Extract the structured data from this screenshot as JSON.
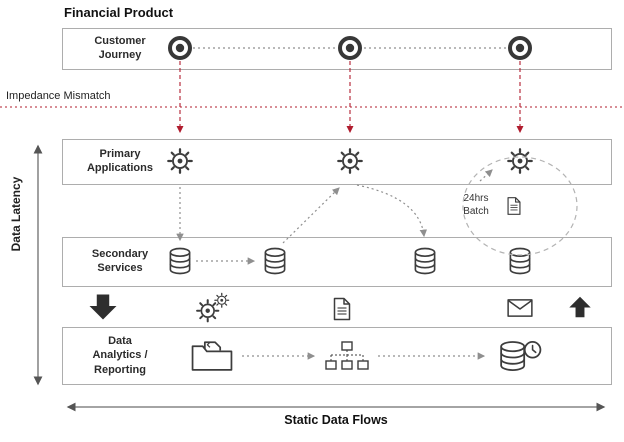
{
  "title": "Financial Product",
  "impedance": {
    "label": "Impedance Mismatch"
  },
  "latency_axis": {
    "label": "Data Latency"
  },
  "flow_axis": {
    "label": "Static Data Flows"
  },
  "layers": {
    "customer_journey": {
      "label": "Customer\nJourney"
    },
    "primary_applications": {
      "label": "Primary\nApplications"
    },
    "secondary_services": {
      "label": "Secondary\nServices"
    },
    "data_analytics": {
      "label": "Data\nAnalytics /\nReporting"
    }
  },
  "batch": {
    "label": "24hrs\nBatch"
  },
  "icons": {
    "customer_touchpoint": "bullseye-icon",
    "application": "gear-icon",
    "service_store": "database-icon",
    "batch_document": "document-icon",
    "etl": "double-gears-icon",
    "file_export": "document-icon",
    "messaging": "envelope-icon",
    "ingest": "solid-down-arrow-icon",
    "publish": "solid-up-arrow-icon",
    "file_archive": "folder-icon",
    "processing_pipeline": "flowchart-icon",
    "warehouse": "database-clock-icon"
  },
  "colors": {
    "impedance_red": "#b01c2e",
    "connector_gray": "#8f8f8f",
    "icon_dark": "#3d3d3d",
    "box_border": "#adadad",
    "background": "#ffffff"
  }
}
